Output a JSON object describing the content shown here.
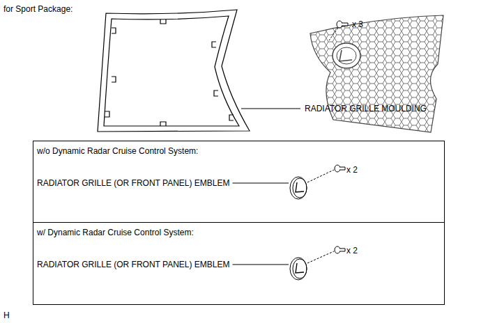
{
  "diagram": {
    "title": "for Sport Package:",
    "nodes": [
      {
        "text": [
          "w/o Dynamic Radar Cruise Control System:",
          "RADIATOR GRILLE (OR FRONT PANEL) EMBLEM",
          "x 2"
        ]
      },
      {
        "text": [
          "w/ Dynamic Radar Cruise Control System:",
          "RADIATOR GRILLE (OR FRONT PANEL) EMBLEM",
          "x 2"
        ]
      }
    ],
    "labels": [
      "x 3",
      "RADIATOR GRILLE MOULDING",
      "H"
    ]
  }
}
